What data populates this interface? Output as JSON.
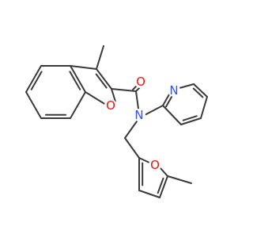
{
  "molecule": {
    "atoms": {
      "o_carbonyl": {
        "symbol": "O",
        "color": "#ff0d0d"
      },
      "o_benzofuran": {
        "symbol": "O",
        "color": "#ff0d0d"
      },
      "n_amide": {
        "symbol": "N",
        "color": "#3050f8"
      },
      "n_pyridine": {
        "symbol": "N",
        "color": "#3050f8"
      },
      "o_furan": {
        "symbol": "O",
        "color": "#ff0d0d"
      }
    },
    "bond_color": "#3a3a3a"
  }
}
